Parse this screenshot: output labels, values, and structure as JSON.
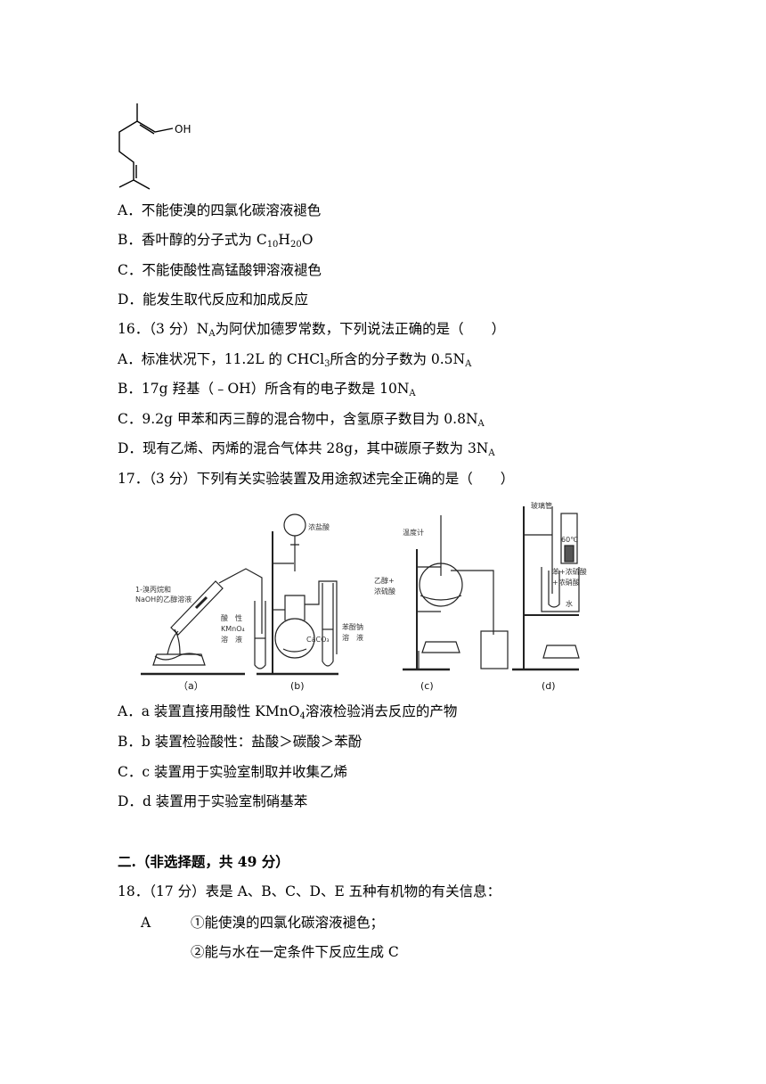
{
  "molecule": {
    "oh_label": "OH"
  },
  "q15_options": [
    {
      "letter": "A．",
      "text": "不能使溴的四氯化碳溶液褪色"
    },
    {
      "letter": "B．",
      "pre": "香叶醇的分子式为 C",
      "s1": "10",
      "m1": "H",
      "s2": "20",
      "post": "O"
    },
    {
      "letter": "C．",
      "text": "不能使酸性高锰酸钾溶液褪色"
    },
    {
      "letter": "D．",
      "text": "能发生取代反应和加成反应"
    }
  ],
  "q16": {
    "number": "16．",
    "score": "（3 分）",
    "n": "N",
    "nsub": "A",
    "stem": "为阿伏加德罗常数，下列说法正确的是（　　）",
    "options": [
      {
        "letter": "A．",
        "pre": "标准状况下，11.2L 的 CHCl",
        "s1": "3",
        "mid": "所含的分子数为 0.5N",
        "s2": "A"
      },
      {
        "letter": "B．",
        "pre": "17g 羟基（﹣OH）所含有的电子数是 10N",
        "s1": "A"
      },
      {
        "letter": "C．",
        "pre": "9.2g 甲苯和丙三醇的混合物中，含氢原子数目为 0.8N",
        "s1": "A"
      },
      {
        "letter": "D．",
        "pre": "现有乙烯、丙烯的混合气体共 28g，其中碳原子数为 3N",
        "s1": "A"
      }
    ]
  },
  "q17": {
    "number": "17．",
    "score": "（3 分）",
    "stem": "下列有关实验装置及用途叙述完全正确的是（　　）",
    "figure": {
      "a_reagent_line1": "1-溴丙烷和",
      "a_reagent_line2": "NaOH的乙醇溶液",
      "a_tube_1": "酸　性",
      "a_tube_2": "KMnO₄",
      "a_tube_3": "溶　液",
      "b_funnel": "浓盐酸",
      "b_flask": "CaCO₃",
      "b_tube_1": "苯酚钠",
      "b_tube_2": "溶　液",
      "c_thermo": "温度计",
      "c_reagent_1": "乙醇+",
      "c_reagent_2": "浓硫酸",
      "d_glass_tube": "玻璃管",
      "d_temp": "60℃",
      "d_mix_1": "苯+浓硫酸",
      "d_mix_2": "+浓硝酸",
      "d_water": "水",
      "cap_a": "（a）",
      "cap_b": "(b)",
      "cap_c": "(c)",
      "cap_d": "(d)"
    },
    "options": [
      {
        "letter": "A．",
        "pre": "a 装置直接用酸性 KMnO",
        "s1": "4",
        "post": "溶液检验消去反应的产物"
      },
      {
        "letter": "B．",
        "text": "b 装置检验酸性：盐酸＞碳酸＞苯酚"
      },
      {
        "letter": "C．",
        "text": "c 装置用于实验室制取并收集乙烯"
      },
      {
        "letter": "D．",
        "text": "d 装置用于实验室制硝基苯"
      }
    ]
  },
  "section2": {
    "title": "二.（非选择题，共 49 分）"
  },
  "q18": {
    "number": "18．",
    "score": "（17 分）",
    "stem": "表是 A、B、C、D、E 五种有机物的有关信息：",
    "row_label": "A",
    "row_item1": "①能使溴的四氯化碳溶液褪色；",
    "row_item2": "②能与水在一定条件下反应生成 C"
  }
}
